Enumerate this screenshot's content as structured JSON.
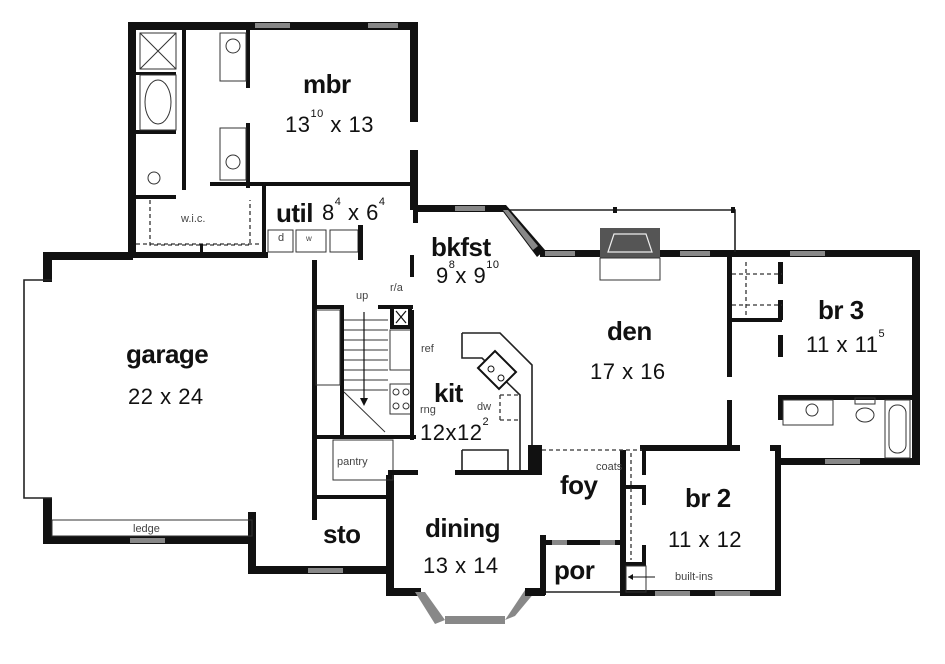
{
  "plan": {
    "rooms": [
      {
        "id": "mbr",
        "name": "mbr",
        "dim_a": "13",
        "dim_a_sup": "10",
        "sep": "x",
        "dim_b": "13",
        "dim_b_sup": ""
      },
      {
        "id": "util",
        "name": "util",
        "dim_a": "8",
        "dim_a_sup": "4",
        "sep": "x",
        "dim_b": "6",
        "dim_b_sup": "4"
      },
      {
        "id": "bkfst",
        "name": "bkfst",
        "dim_a": "9",
        "dim_a_sup": "8",
        "sep": "x",
        "dim_b": "9",
        "dim_b_sup": "10"
      },
      {
        "id": "garage",
        "name": "garage",
        "dimension": "22 x 24"
      },
      {
        "id": "den",
        "name": "den",
        "dimension": "17 x 16"
      },
      {
        "id": "br3",
        "name": "br 3",
        "dim_a": "11",
        "sep": "x",
        "dim_b": "11",
        "dim_b_sup": "5"
      },
      {
        "id": "kit",
        "name": "kit",
        "dim_a": "12x12",
        "dim_a_sup": "2"
      },
      {
        "id": "foy",
        "name": "foy"
      },
      {
        "id": "br2",
        "name": "br 2",
        "dimension": "11 x 12"
      },
      {
        "id": "sto",
        "name": "sto"
      },
      {
        "id": "dining",
        "name": "dining",
        "dimension": "13 x 14"
      },
      {
        "id": "por",
        "name": "por"
      }
    ],
    "annotations": {
      "wic": "w.i.c.",
      "dryer": "d",
      "washer": "w",
      "up": "up",
      "ra": "r/a",
      "ref": "ref",
      "rng": "rng",
      "dw": "dw",
      "pantry": "pantry",
      "coats": "coats",
      "ledge": "ledge",
      "builtins": "built-ins"
    },
    "colors": {
      "wall": "#111111",
      "window": "#888888",
      "background": "#ffffff"
    }
  }
}
